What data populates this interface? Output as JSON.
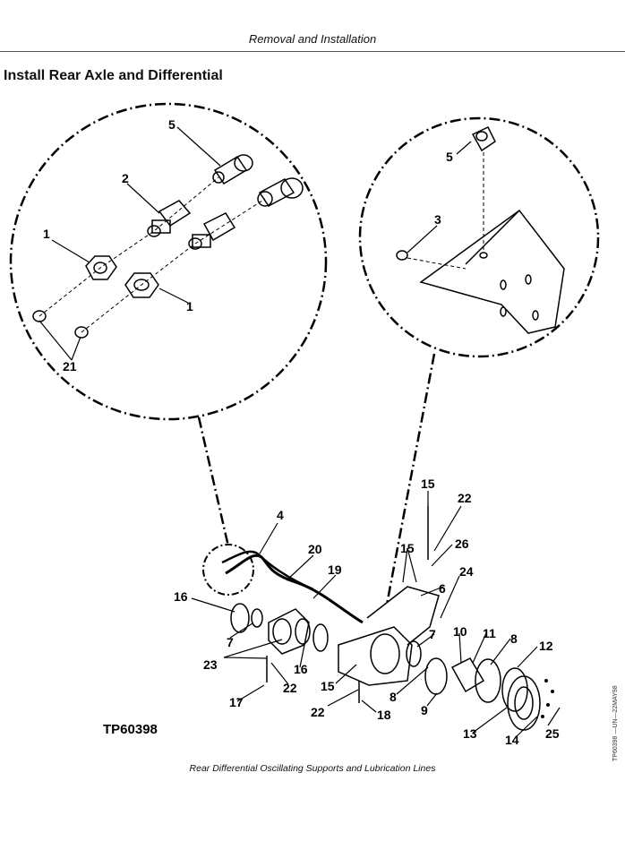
{
  "header": {
    "section": "Removal and Installation"
  },
  "page_title": "Install Rear Axle and Differential",
  "figure": {
    "id": "TP60398",
    "side_code": "TP60398 —UN—22MAY98",
    "caption": "Rear Differential Oscillating Supports and Lubrication Lines",
    "callouts": [
      "1",
      "2",
      "3",
      "4",
      "5",
      "6",
      "7",
      "8",
      "9",
      "10",
      "11",
      "12",
      "13",
      "14",
      "15",
      "16",
      "17",
      "18",
      "19",
      "20",
      "21",
      "22",
      "23",
      "24",
      "25",
      "26"
    ]
  }
}
